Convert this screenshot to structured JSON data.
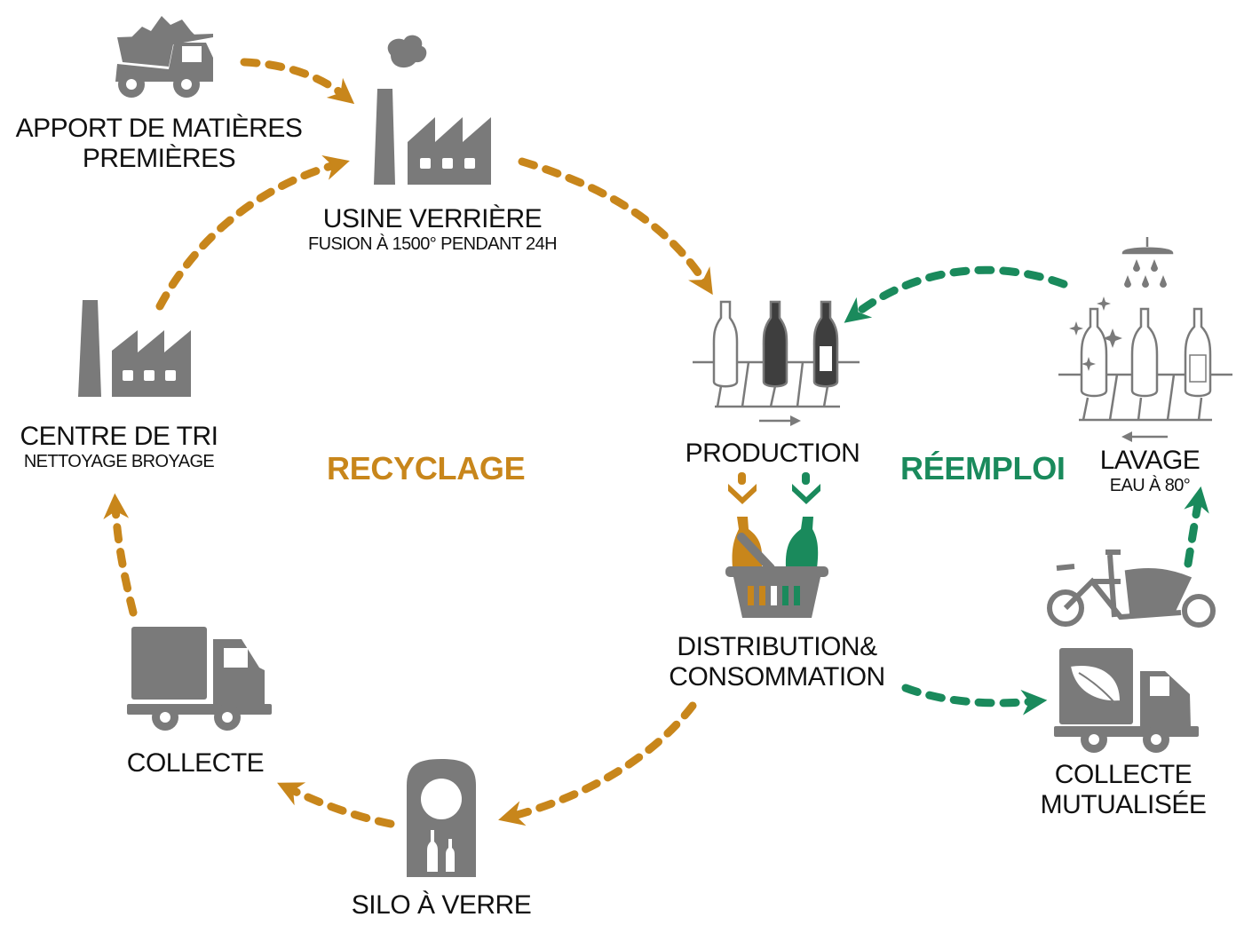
{
  "colors": {
    "recycling": "#c8861b",
    "reuse": "#1a8a5c",
    "icon": "#7a7a7a",
    "text": "#111111"
  },
  "cycles": {
    "recycling_label": "RECYCLAGE",
    "reuse_label": "RÉEMPLOI"
  },
  "nodes": {
    "raw_materials": {
      "title_line1": "APPORT DE MATIÈRES",
      "title_line2": "PREMIÈRES",
      "icon": "dump-truck-icon"
    },
    "glass_factory": {
      "title": "USINE VERRIÈRE",
      "subtitle": "FUSION À 1500° PENDANT 24H",
      "icon": "factory-icon"
    },
    "production": {
      "title": "PRODUCTION",
      "icon": "bottle-conveyor-icon"
    },
    "distribution": {
      "title_line1": "DISTRIBUTION&",
      "title_line2": "CONSOMMATION",
      "icon": "basket-bottles-icon"
    },
    "silo": {
      "title": "SILO À VERRE",
      "icon": "glass-silo-icon"
    },
    "collection": {
      "title": "COLLECTE",
      "icon": "truck-icon"
    },
    "sorting_center": {
      "title": "CENTRE DE TRI",
      "subtitle": "NETTOYAGE BROYAGE",
      "icon": "factory-icon"
    },
    "shared_collection": {
      "title_line1": "COLLECTE",
      "title_line2": "MUTUALISÉE",
      "icon": "eco-truck-icon"
    },
    "cargo_bike": {
      "icon": "cargo-bike-icon"
    },
    "washing": {
      "title": "LAVAGE",
      "subtitle": "EAU À 80°",
      "icon": "washing-conveyor-icon"
    }
  },
  "flows": [
    {
      "from": "raw_materials",
      "to": "glass_factory",
      "cycle": "recycling"
    },
    {
      "from": "glass_factory",
      "to": "production",
      "cycle": "recycling"
    },
    {
      "from": "distribution",
      "to": "silo",
      "cycle": "recycling"
    },
    {
      "from": "silo",
      "to": "collection",
      "cycle": "recycling"
    },
    {
      "from": "collection",
      "to": "sorting_center",
      "cycle": "recycling"
    },
    {
      "from": "sorting_center",
      "to": "glass_factory",
      "cycle": "recycling"
    },
    {
      "from": "production",
      "to": "distribution",
      "cycle": "recycling"
    },
    {
      "from": "production",
      "to": "distribution",
      "cycle": "reuse"
    },
    {
      "from": "distribution",
      "to": "shared_collection",
      "cycle": "reuse"
    },
    {
      "from": "cargo_bike",
      "to": "washing",
      "cycle": "reuse"
    },
    {
      "from": "washing",
      "to": "production",
      "cycle": "reuse"
    }
  ]
}
